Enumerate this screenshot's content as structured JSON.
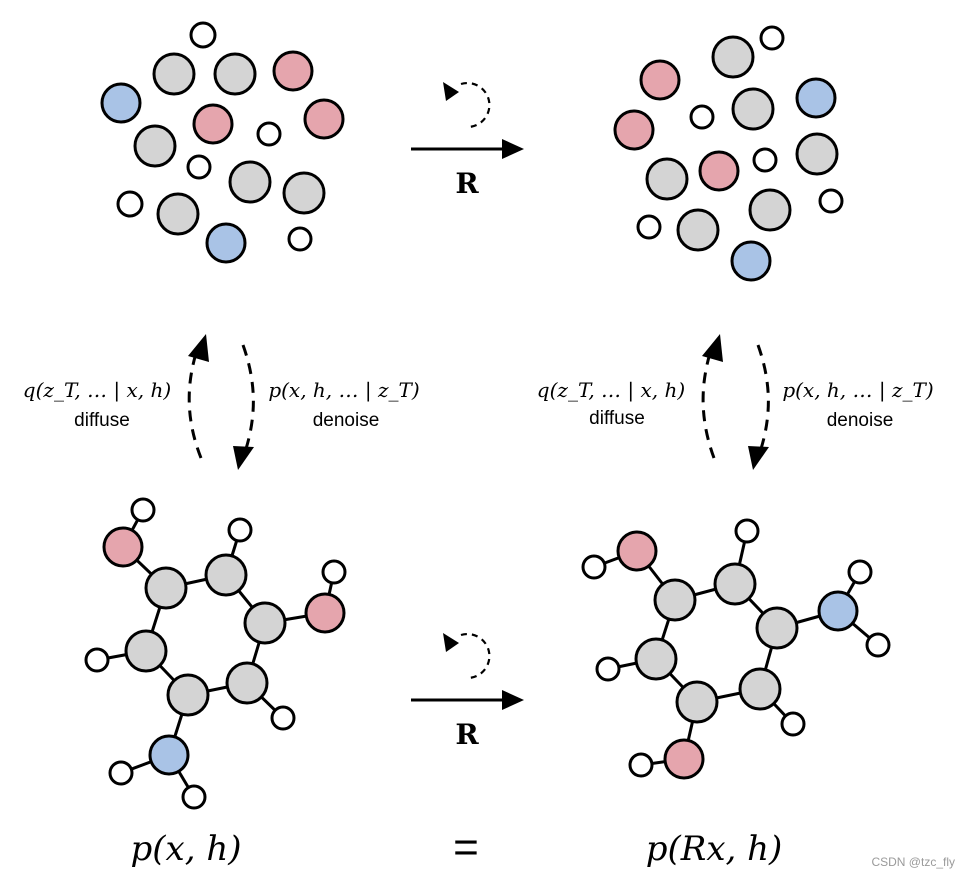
{
  "colors": {
    "heavy_atom": "#d4d4d4",
    "oxygen": "#e5a5ad",
    "nitrogen": "#a9c3e6",
    "hydrogen": "#ffffff",
    "outline": "#000000"
  },
  "top": {
    "rotation_label": "R"
  },
  "bottom": {
    "rotation_label": "R"
  },
  "left_process": {
    "diffuse_formula": "q(z_T, … | x, h)",
    "diffuse_label": "diffuse",
    "denoise_formula": "p(x, h, … | z_T)",
    "denoise_label": "denoise"
  },
  "right_process": {
    "diffuse_formula": "q(z_T, … | x, h)",
    "diffuse_label": "diffuse",
    "denoise_formula": "p(x, h, … | z_T)",
    "denoise_label": "denoise"
  },
  "equation": {
    "left": "p(x, h)",
    "equals": "=",
    "right": "p(Rx, h)"
  },
  "watermark": "CSDN @tzc_fly"
}
